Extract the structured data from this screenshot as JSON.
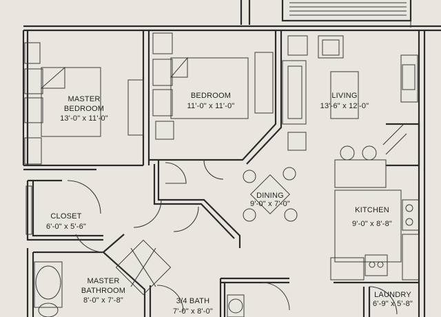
{
  "rooms": {
    "master_bedroom": {
      "name_line1": "MASTER",
      "name_line2": "BEDROOM",
      "size": "13'-0\" x 11'-0\""
    },
    "bedroom": {
      "name": "BEDROOM",
      "size": "11'-0\" x 11'-0\""
    },
    "living": {
      "name": "LIVING",
      "size": "13'-6\" x 12'-0\""
    },
    "dining": {
      "name": "DINING",
      "size": "9'-0\" x 7'-0\""
    },
    "closet": {
      "name": "CLOSET",
      "size": "6'-0\" x 5'-6\""
    },
    "kitchen": {
      "name": "KITCHEN",
      "size": "9'-0\" x 8'-8\""
    },
    "master_bathroom": {
      "name_line1": "MASTER",
      "name_line2": "BATHROOM",
      "size": "8'-0\" x 7'-8\""
    },
    "three_quarter_bath": {
      "name": "3/4 BATH",
      "size": "7'-0\" x 8'-0\""
    },
    "laundry": {
      "name": "LAUNDRY",
      "size": "6'-9\" x 5'-8\""
    }
  },
  "colors": {
    "paper": "#e9e6df",
    "ink": "#2a2a2a"
  }
}
